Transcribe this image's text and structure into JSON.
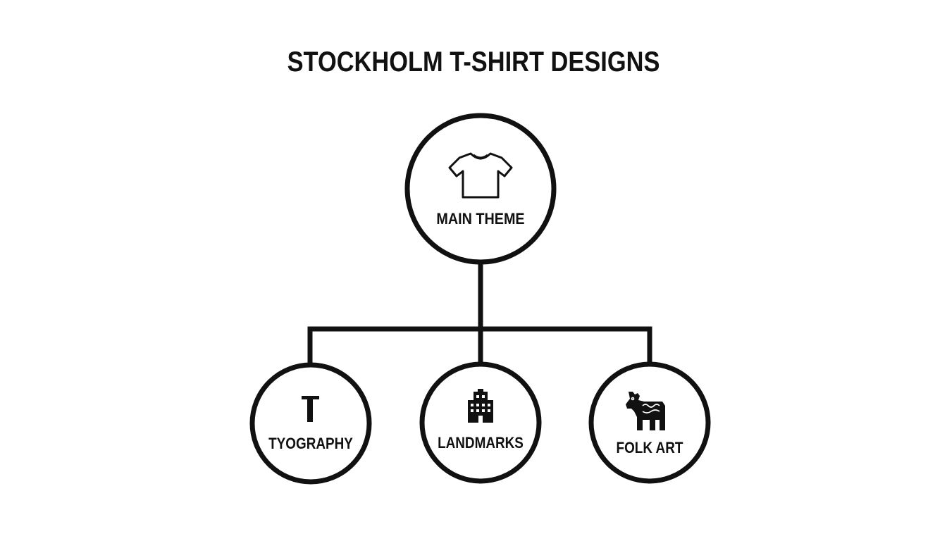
{
  "title": "STOCKHOLM T-SHIRT DESIGNS",
  "colors": {
    "stroke": "#111111",
    "background": "#ffffff"
  },
  "root": {
    "label": "MAIN THEME",
    "icon": "t-shirt-icon"
  },
  "children": [
    {
      "label": "TYOGRAPHY",
      "icon": "typography-icon"
    },
    {
      "label": "LANDMARKS",
      "icon": "building-icon"
    },
    {
      "label": "FOLK ART",
      "icon": "dala-horse-icon"
    }
  ]
}
